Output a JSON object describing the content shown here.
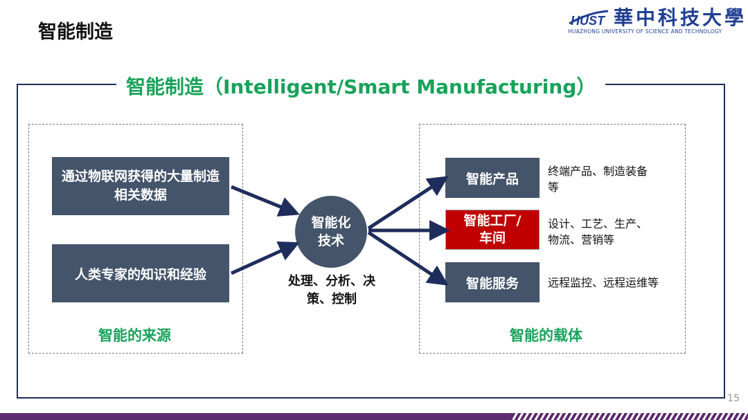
{
  "slide": {
    "title": "智能制造",
    "page_number": "15"
  },
  "logo": {
    "name_cn": "華中科技大學",
    "name_en": "HUAZHONG UNIVERSITY OF SCIENCE AND TECHNOLOGY"
  },
  "diagram": {
    "frame_title": "智能制造（Intelligent/Smart Manufacturing）",
    "sources": {
      "items": [
        "通过物联网获得的大量制造相关数据",
        "人类专家的知识和经验"
      ],
      "label": "智能的来源"
    },
    "core": {
      "label": "智能化技术",
      "caption": "处理、分析、决策、控制"
    },
    "carriers": {
      "items": [
        {
          "label": "智能产品",
          "desc": "终端产品、制造装备等"
        },
        {
          "label": "智能工厂/车间",
          "desc": "设计、工艺、生产、物流、营销等"
        },
        {
          "label": "智能服务",
          "desc": "远程监控、远程运维等"
        }
      ],
      "label": "智能的载体"
    }
  },
  "colors": {
    "box": "#44546a",
    "highlight": "#c00000",
    "green": "#18a25a",
    "arrow": "#1f2d5c"
  }
}
